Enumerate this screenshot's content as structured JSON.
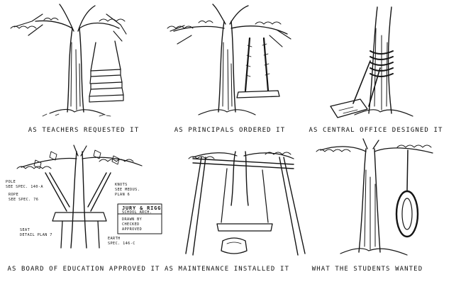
{
  "panels": [
    {
      "caption": "AS TEACHERS REQUESTED IT"
    },
    {
      "caption": "AS PRINCIPALS ORDERED IT"
    },
    {
      "caption": "AS CENTRAL OFFICE DESIGNED IT"
    },
    {
      "caption": "AS BOARD OF EDUCATION APPROVED IT"
    },
    {
      "caption": "AS MAINTENANCE INSTALLED IT"
    },
    {
      "caption": "WHAT THE STUDENTS WANTED"
    }
  ],
  "annotations": {
    "pole_note": [
      "POLE",
      "SEE SPEC. 140-A"
    ],
    "rope_note": [
      "ROPE",
      "SEE SPEC. 76"
    ],
    "knots_note": [
      "KNOTS",
      "SEE MEDUS.",
      "PLAN 6"
    ],
    "seat_note": [
      "SEAT",
      "DETAIL PLAN 7"
    ],
    "earth_note": [
      "EARTH",
      "SPEC. 146-C"
    ],
    "title_block": [
      "JURY & RIGG",
      "SCHOOL ARCH.",
      "DRAWN BY",
      "CHECKED",
      "APPROVED"
    ]
  },
  "colors": {
    "ink": "#141414",
    "paper": "#ffffff"
  }
}
